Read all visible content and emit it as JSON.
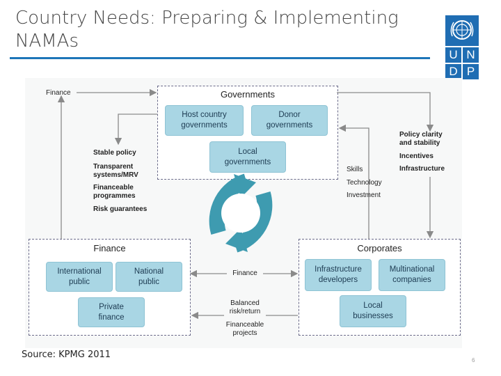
{
  "slide": {
    "title": "Country Needs: Preparing & Implementing NAMAs",
    "source": "Source: KPMG 2011",
    "page_number": "6",
    "logo_letters": [
      "U",
      "N",
      "D",
      "P"
    ]
  },
  "diagram": {
    "panels": {
      "governments": {
        "title": "Governments",
        "boxes": [
          "Host country\ngovernments",
          "Donor\ngovernments",
          "Local\ngovernments"
        ]
      },
      "finance": {
        "title": "Finance",
        "boxes": [
          "International\npublic",
          "National\npublic",
          "Private\nfinance"
        ]
      },
      "corporates": {
        "title": "Corporates",
        "boxes": [
          "Infrastructure\ndevelopers",
          "Multinational\ncompanies",
          "Local\nbusinesses"
        ]
      }
    },
    "labels": {
      "finance_top": "Finance",
      "finance_mid": "Finance",
      "gov_to_finance": [
        "Stable policy",
        "Transparent\nsystems/MRV",
        "Financeable\nprogrammes",
        "Risk guarantees"
      ],
      "gov_to_corp": [
        "Policy clarity\nand stability",
        "Incentives",
        "Infrastructure"
      ],
      "corp_to_gov": [
        "Skills",
        "Technology",
        "Investment"
      ],
      "corp_to_finance": [
        "Balanced\nrisk/return",
        "Financeable\nprojects"
      ]
    },
    "colors": {
      "box_fill": "#a9d6e4",
      "cycle": "#3e9bb0",
      "arrow": "#8a8a8a",
      "accent": "#1d75b8"
    }
  }
}
